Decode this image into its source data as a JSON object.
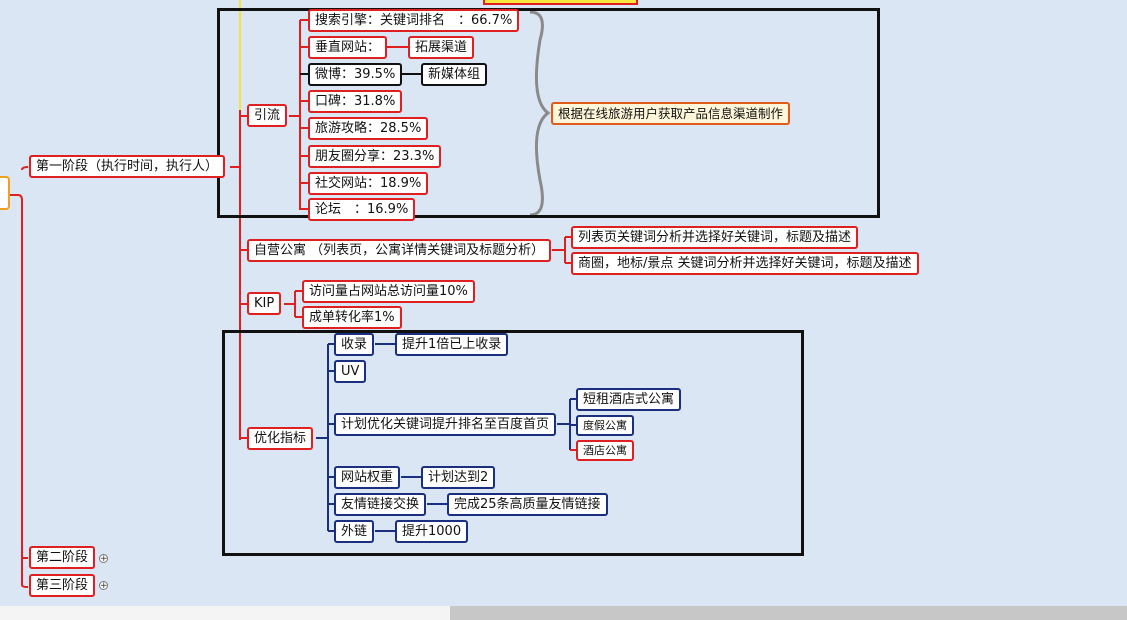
{
  "phases": {
    "phase1": "第一阶段（执行时间，执行人）",
    "phase2": "第二阶段",
    "phase3": "第三阶段"
  },
  "traffic": {
    "label": "引流",
    "channels": [
      "搜索引擎：关键词排名　：66.7%",
      "垂直网站：",
      "微博：39.5%",
      "口碑：31.8%",
      "旅游攻略：28.5%",
      "朋友圈分享：23.3%",
      "社交网站：18.9%",
      "论坛　：16.9%"
    ],
    "vertical_child": "拓展渠道",
    "weibo_child": "新媒体组",
    "callout": "根据在线旅游用户获取产品信息渠道制作"
  },
  "self_apartment": {
    "label": "自营公寓 （列表页，公寓详情关键词及标题分析）",
    "children": [
      "列表页关键词分析并选择好关键词，标题及描述",
      "商圈，地标/景点 关键词分析并选择好关键词，标题及描述"
    ]
  },
  "kip": {
    "label": "KIP",
    "children": [
      "访问量占网站总访问量10%",
      "成单转化率1%"
    ]
  },
  "optimize": {
    "label": "优化指标",
    "items": {
      "index": "收录",
      "index_child": "提升1倍已上收录",
      "uv": "UV",
      "plan": "计划优化关键词提升排名至百度首页",
      "plan_children": [
        "短租酒店式公寓",
        "度假公寓",
        "酒店公寓"
      ],
      "weight": "网站权重",
      "weight_child": "计划达到2",
      "friend": "友情链接交换",
      "friend_child": "完成25条高质量友情链接",
      "outlink": "外链",
      "outlink_child": "提升1000"
    }
  },
  "expander_symbol": "+"
}
